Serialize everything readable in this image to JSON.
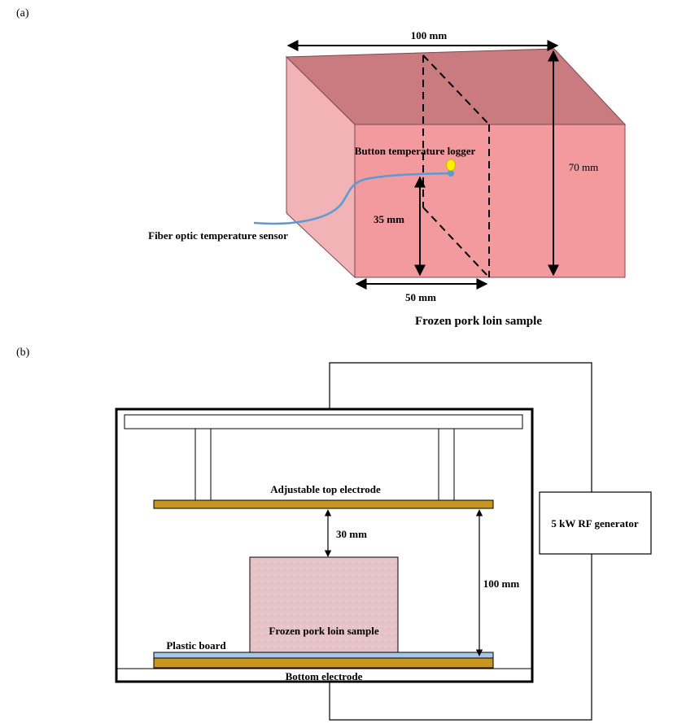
{
  "panel_a": {
    "label": "(a)",
    "dim_width": "100 mm",
    "dim_height": "70 mm",
    "dim_depth": "50 mm",
    "dim_logger_height": "35 mm",
    "logger_label": "Button temperature logger",
    "sensor_label": "Fiber optic temperature sensor",
    "caption": "Frozen pork loin sample",
    "colors": {
      "top": "#c97b80",
      "left": "#f2b3b7",
      "front": "#f39a9e",
      "wire": "#5b9bd5",
      "logger": "#ffee00"
    }
  },
  "panel_b": {
    "label": "(b)",
    "top_electrode_label": "Adjustable top electrode",
    "gap_label": "30 mm",
    "spacing_label": "100 mm",
    "generator_label": "5 kW RF generator",
    "sample_label": "Frozen pork loin sample",
    "plastic_board_label": "Plastic board",
    "bottom_electrode_label": "Bottom electrode",
    "colors": {
      "electrode": "#c8961e",
      "plastic": "#a9c6e8",
      "sample": "#e6c3c6"
    }
  }
}
